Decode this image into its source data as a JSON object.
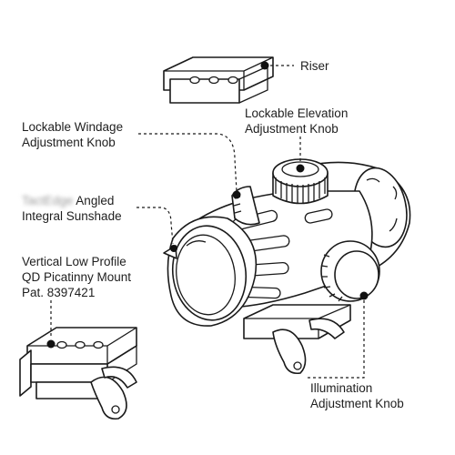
{
  "labels": {
    "riser": "Riser",
    "windage": [
      "Lockable Windage",
      "Adjustment Knob"
    ],
    "elevation": [
      "Lockable Elevation",
      "Adjustment Knob"
    ],
    "sunshade": {
      "brand": "TactEdge",
      "line1_rest": " Angled",
      "line2": "Integral Sunshade"
    },
    "mount": [
      "Vertical Low Profile",
      "QD Picatinny Mount",
      "Pat. 8397421"
    ],
    "illumination": [
      "Illumination",
      "Adjustment Knob"
    ]
  }
}
